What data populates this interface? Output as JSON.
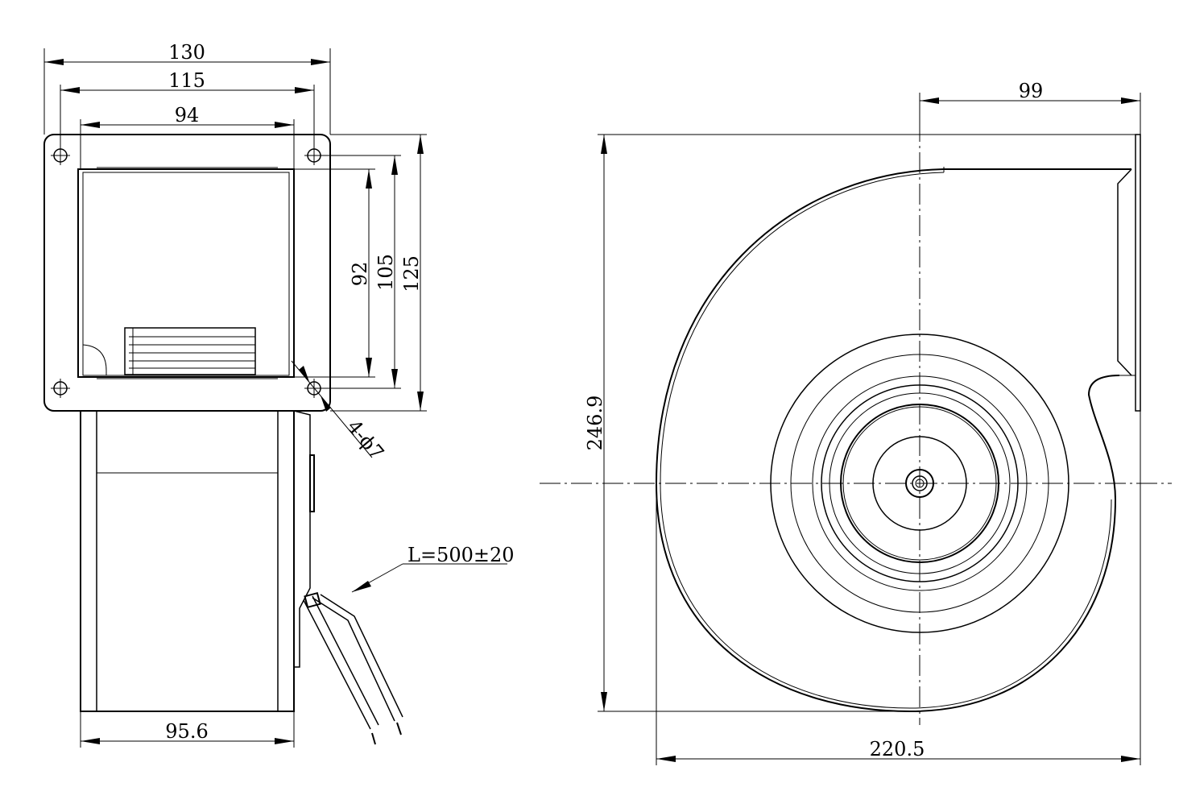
{
  "dimensions": {
    "width_130": "130",
    "width_115": "115",
    "width_94": "94",
    "height_92": "92",
    "height_105": "105",
    "height_125": "125",
    "holes": "4-ϕ7",
    "cable_length": "L=500±20",
    "depth_95_6": "95.6",
    "offset_99": "99",
    "height_246_9": "246.9",
    "width_220_5": "220.5"
  }
}
